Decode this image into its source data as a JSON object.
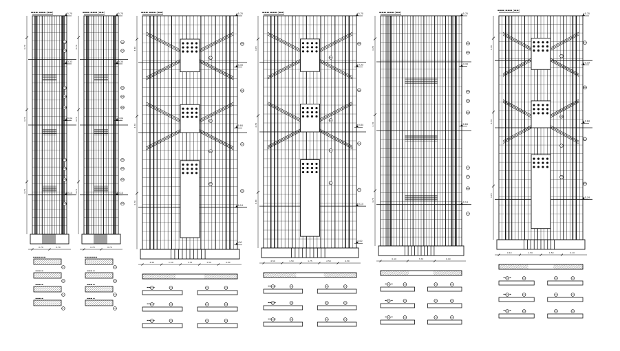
{
  "drawing": {
    "background": "#ffffff",
    "ink": "#111111",
    "elevations": [
      {
        "id": "col-a",
        "title": "▬▬▬ ▬▬▬ (▬▬)",
        "levels": [
          "+5.70",
          "+3.33",
          "+0.84",
          "+0.14"
        ],
        "dims": [
          "4.70",
          "4.70",
          "4.70"
        ],
        "base_dims": [
          "0.70",
          "0.70"
        ],
        "sections": [
          "▬▬▬▬▬▬▬",
          "▬▬▬ ▬",
          "▬▬▬ ▬",
          "▬▬▬ ▬"
        ]
      },
      {
        "id": "col-b",
        "title": "▬▬▬ ▬▬▬ (▬▬)",
        "levels": [
          "+5.70",
          "+3.30",
          "+0.84",
          "+0.14"
        ],
        "dims": [
          "4.70",
          "4.70",
          "4.70"
        ],
        "base_dims": [
          "0.70",
          "0.70"
        ],
        "sections": [
          "▬▬▬▬▬▬▬",
          "▬▬▬ ▬",
          "▬▬▬ ▬",
          "▬▬▬ ▬"
        ]
      },
      {
        "id": "wall-1",
        "title": "▬▬▬ ▬▬▬ (▬▬)",
        "levels": [
          "+5.70",
          "+3.33",
          "+0.84",
          "+0.14",
          "0.00"
        ],
        "dims": [
          "4.70",
          "4.70",
          "4.70"
        ],
        "base_dims": [
          "4.50",
          "1.50",
          "1.75",
          "1.50",
          "4.50"
        ],
        "sections": [
          "▬▬▬ ▬",
          "▬▬▬ ▬",
          "▬▬▬ ▬"
        ]
      },
      {
        "id": "wall-2",
        "title": "▬▬▬ ▬▬▬ (▬▬)",
        "levels": [
          "+5.70",
          "+3.33",
          "+0.84",
          "+0.14",
          "0.00"
        ],
        "dims": [
          "4.70",
          "4.70",
          "4.70"
        ],
        "base_dims": [
          "4.50",
          "1.50",
          "1.75",
          "2.50",
          "4.50"
        ],
        "sections": [
          "▬▬▬ ▬",
          "▬▬▬ ▬",
          "▬▬▬ ▬"
        ]
      },
      {
        "id": "wall-3",
        "title": "▬▬▬ ▬▬▬ (▬▬)",
        "levels": [
          "+5.70",
          "+3.33",
          "+0.84",
          "+0.14"
        ],
        "dims": [
          "4.70",
          "4.70",
          "4.70"
        ],
        "base_dims": [
          "0.10",
          "3.70",
          "0.10"
        ],
        "sections": [
          "▬▬▬ ▬",
          "▬▬▬ ▬",
          "▬▬▬ ▬"
        ]
      },
      {
        "id": "wall-4",
        "title": "▬▬▬ ▬▬▬ (▬▬)",
        "levels": [
          "+5.70",
          "+3.33",
          "+0.84",
          "+0.14"
        ],
        "dims": [
          "4.70",
          "4.70",
          "4.70"
        ],
        "base_dims": [
          "0.10",
          "1.50",
          "1.50",
          "0.10"
        ],
        "sections": [
          "▬▬▬ ▬",
          "▬▬▬ ▬",
          "▬▬▬ ▬"
        ]
      }
    ]
  }
}
